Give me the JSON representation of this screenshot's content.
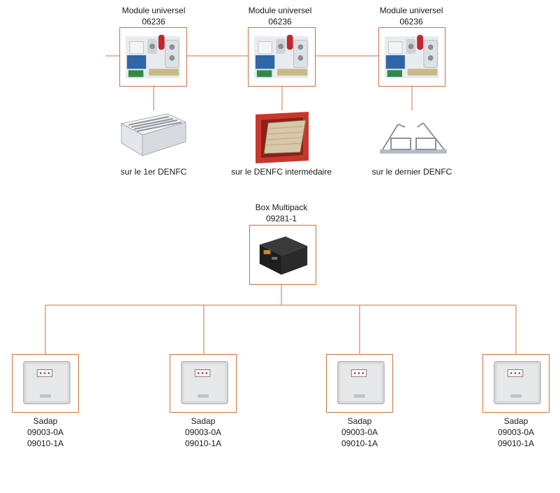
{
  "modules": [
    {
      "name": "Module universel",
      "code": "06236",
      "caption": "sur le 1er DENFC"
    },
    {
      "name": "Module universel",
      "code": "06236",
      "caption": "sur le DENFC intermédaire"
    },
    {
      "name": "Module universel",
      "code": "06236",
      "caption": "sur le dernier DENFC"
    }
  ],
  "box": {
    "name": "Box Multipack",
    "code": "09281-1"
  },
  "sadaps": [
    {
      "name": "Sadap",
      "code1": "09003-0A",
      "code2": "09010-1A"
    },
    {
      "name": "Sadap",
      "code1": "09003-0A",
      "code2": "09010-1A"
    },
    {
      "name": "Sadap",
      "code1": "09003-0A",
      "code2": "09010-1A"
    },
    {
      "name": "Sadap",
      "code1": "09003-0A",
      "code2": "09010-1A"
    }
  ],
  "colors": {
    "connector": "#c8733f",
    "box_border": "#c8733f"
  },
  "icons": {
    "module": "circuit-board-icon",
    "first_vent": "smoke-vent-grille-icon",
    "middle_vent": "fire-damper-icon",
    "last_vent": "smoke-vent-frame-icon",
    "box": "multipack-box-icon",
    "sadap": "sadap-enclosure-icon"
  }
}
